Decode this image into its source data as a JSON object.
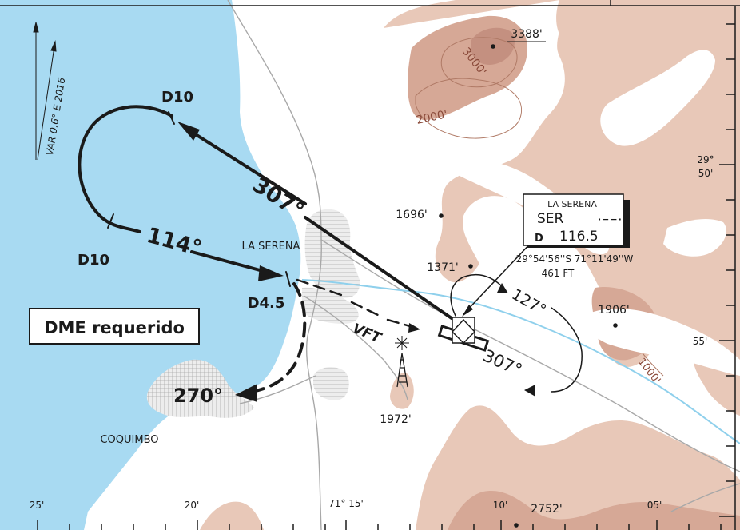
{
  "colors": {
    "water": "#a8daf2",
    "terrain_low": "#e8c8b8",
    "terrain_mid": "#d6a896",
    "terrain_high": "#c49080",
    "town": "#d9d9d9",
    "river": "#8fd0ec",
    "road": "#a8a8a8",
    "ink": "#1a1a1a"
  },
  "variation": "VAR 0.6° E 2016",
  "procedure": {
    "outbound_course": "307°",
    "inbound_course": "114°",
    "turn_fix_north": "D10",
    "turn_fix_south": "D10",
    "dme_fix": "D4.5",
    "missed_heading": "270°",
    "vft": "VFT",
    "procedure_turn_out": "127°",
    "procedure_turn_in": "307°",
    "note": "DME requerido"
  },
  "navaid": {
    "name": "LA SERENA",
    "ident": "SER",
    "morse": "·−−·",
    "dme_tag": "D",
    "freq": "116.5",
    "coords": "29°54'56''S 71°11'49''W",
    "elevation": "461 FT"
  },
  "places": {
    "la_serena": "LA SERENA",
    "coquimbo": "COQUIMBO"
  },
  "elevations": {
    "peak_3388": "3388'",
    "contour_3000": "3000'",
    "contour_2000": "2000'",
    "spot_1696": "1696'",
    "spot_1371": "1371'",
    "spot_1906": "1906'",
    "contour_1000": "1000'",
    "obstacle_1972": "1972'",
    "spot_2752": "2752'"
  },
  "lat_labels": {
    "deg29": "29°",
    "min50": "50'",
    "min55": "55'"
  },
  "lon_labels": {
    "min25": "25'",
    "min20": "20'",
    "deg71_15": "71° 15'",
    "min10": "10'",
    "min05": "05'"
  }
}
